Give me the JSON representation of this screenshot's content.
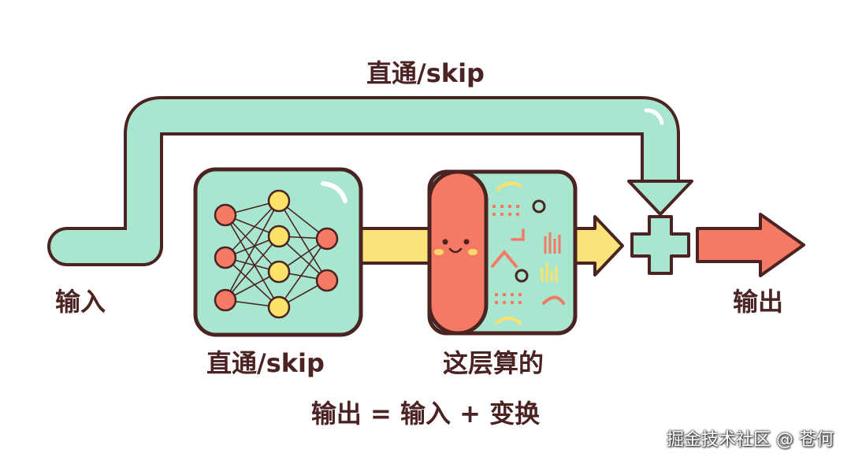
{
  "labels": {
    "skip_top": "直通/skip",
    "input": "输入",
    "output": "输出",
    "nn_box": "直通/skip",
    "layer_box": "这层算的",
    "formula": "输出 = 输入 + 变换"
  },
  "watermark": "掘金技术社区 @ 苍何",
  "icons": [
    "skip-arrow",
    "neural-network-icon",
    "transform-block-icon",
    "plus-icon",
    "output-arrow"
  ],
  "colors": {
    "skip_green": "#a8e6cf",
    "outline": "#4a2322",
    "node_red": "#f47a63",
    "node_yellow": "#fde26a",
    "arrow_yellow": "#fbe37c",
    "output_red": "#f47a63"
  }
}
